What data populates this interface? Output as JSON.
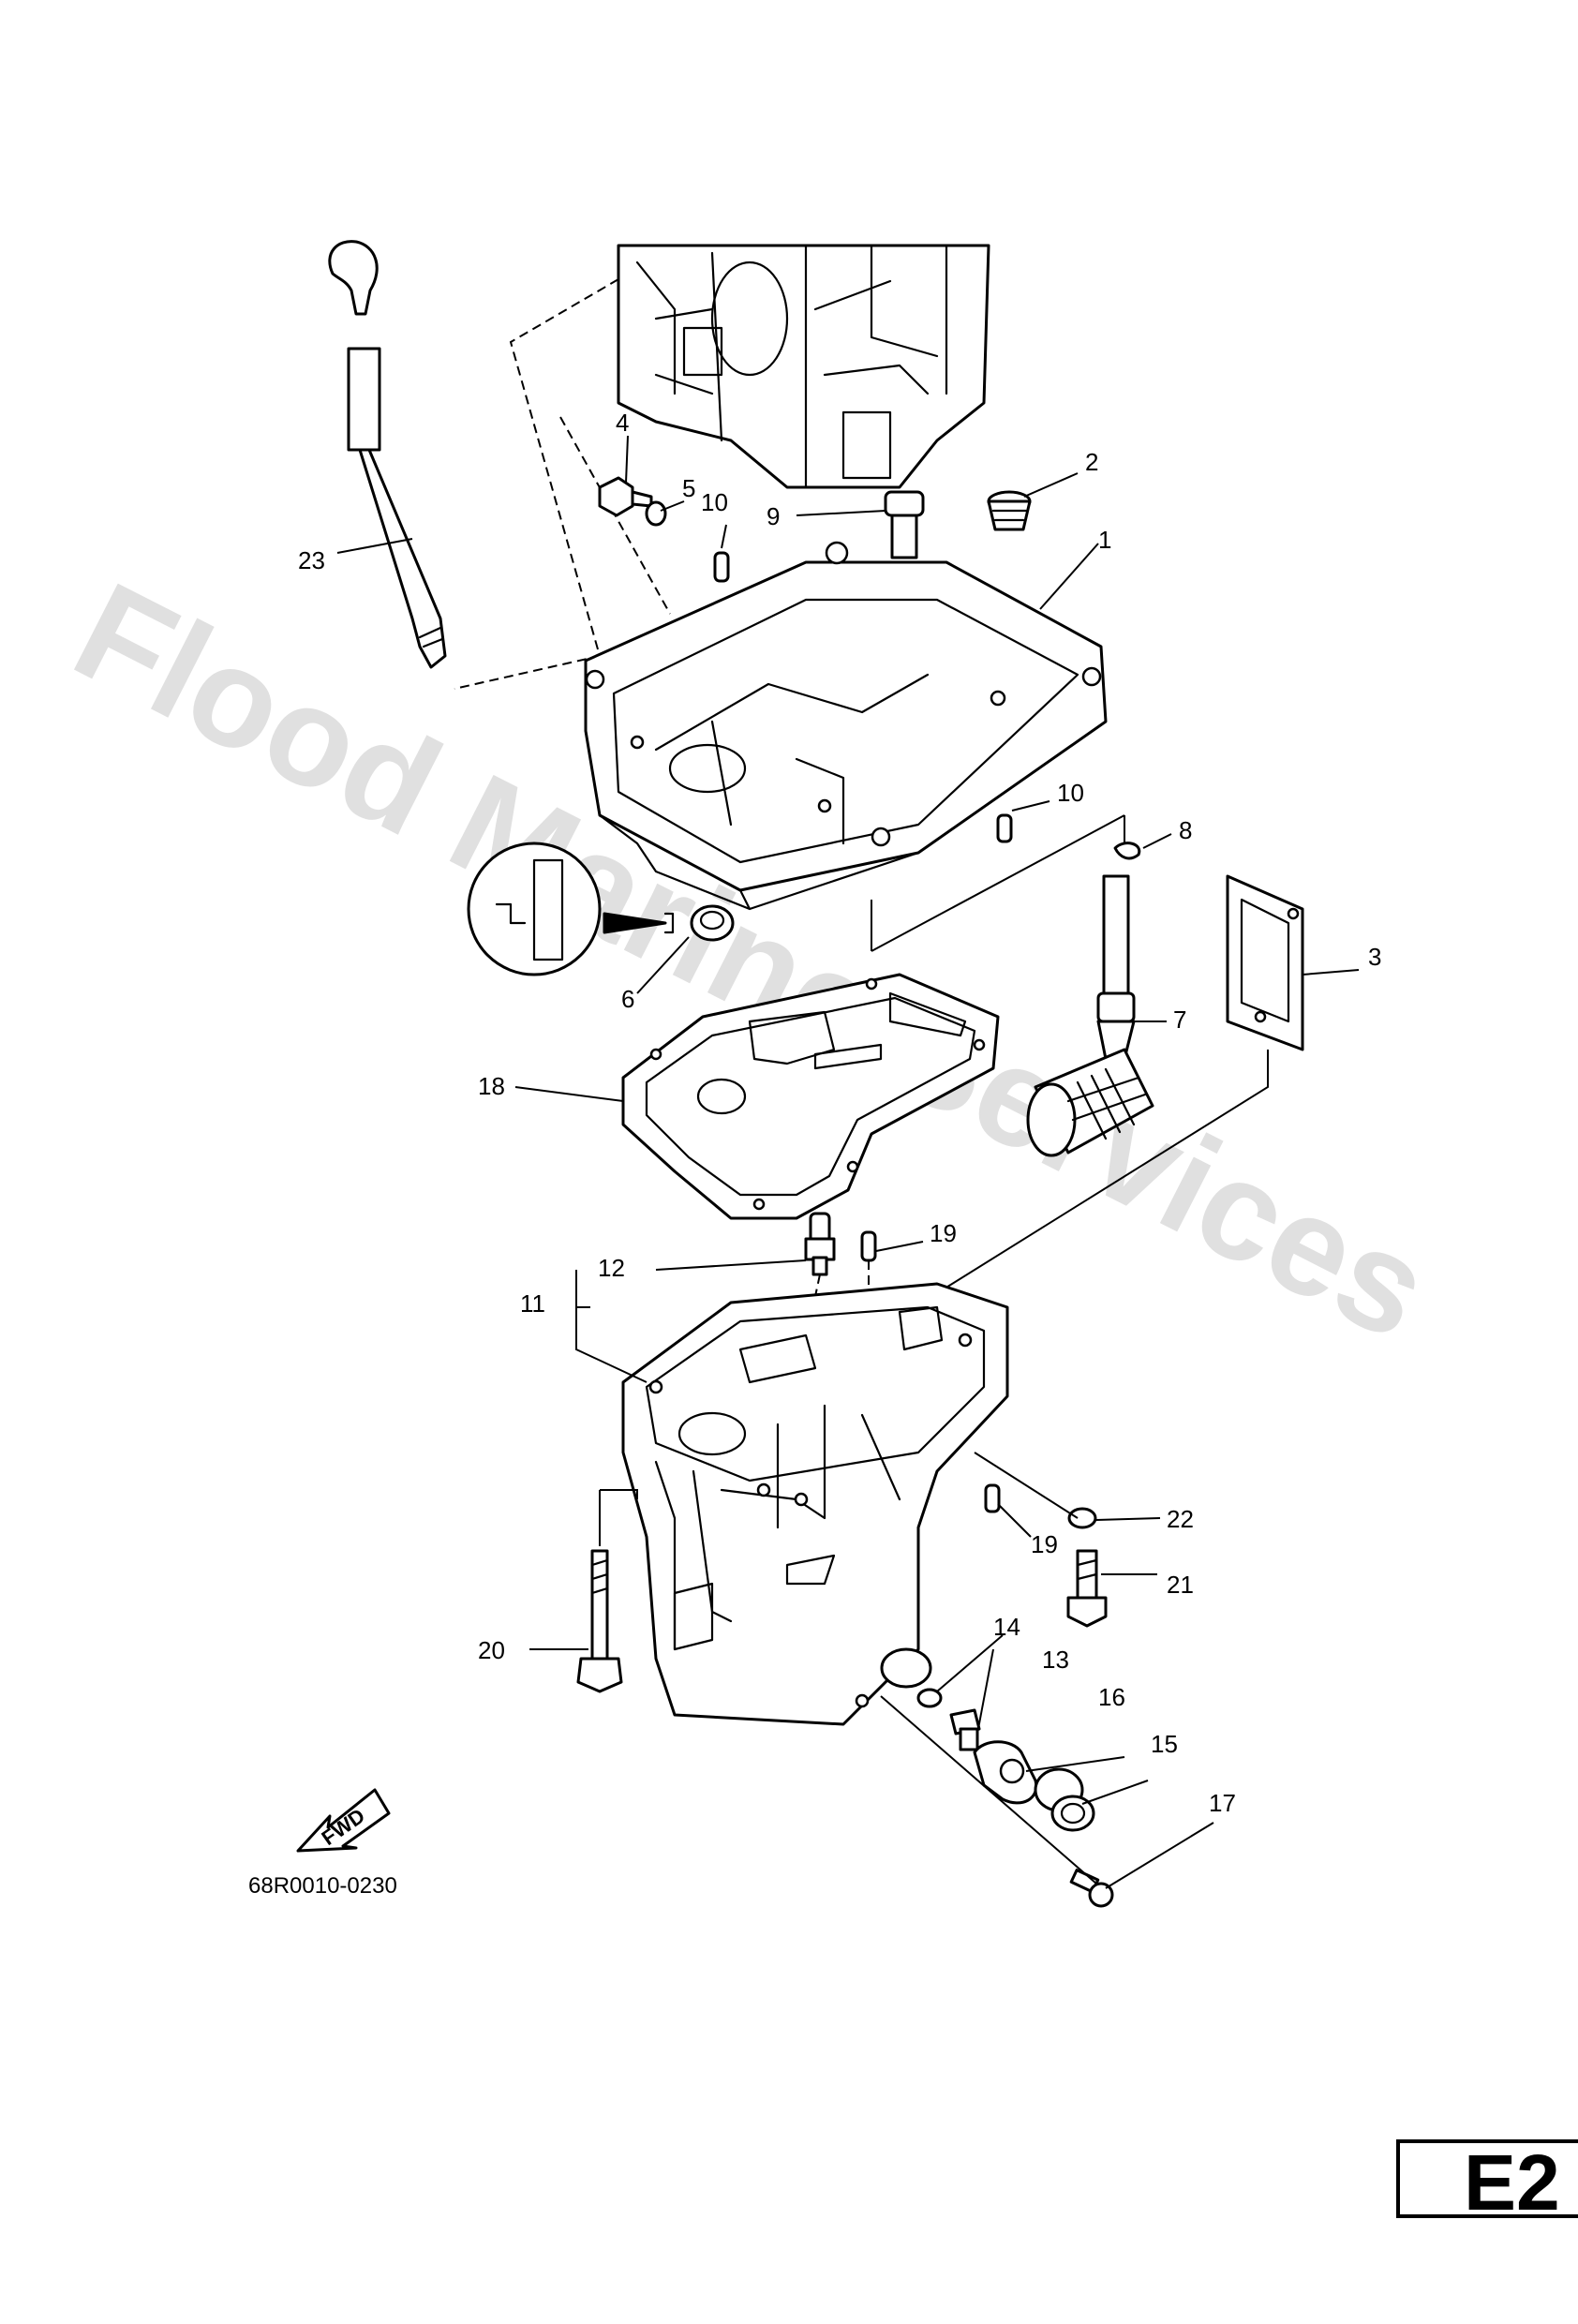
{
  "watermark": "Flood Marine Services",
  "diagram_code": "68R0010-0230",
  "page_tab": "E2",
  "fwd_label": "FWD",
  "callouts": {
    "c1": "1",
    "c2": "2",
    "c3": "3",
    "c4": "4",
    "c5": "5",
    "c6": "6",
    "c7": "7",
    "c8": "8",
    "c9": "9",
    "c10a": "10",
    "c10b": "10",
    "c11": "11",
    "c12": "12",
    "c13": "13",
    "c14": "14",
    "c15": "15",
    "c16": "16",
    "c17": "17",
    "c18": "18",
    "c19a": "19",
    "c19b": "19",
    "c20": "20",
    "c21": "21",
    "c22": "22",
    "c23": "23"
  }
}
